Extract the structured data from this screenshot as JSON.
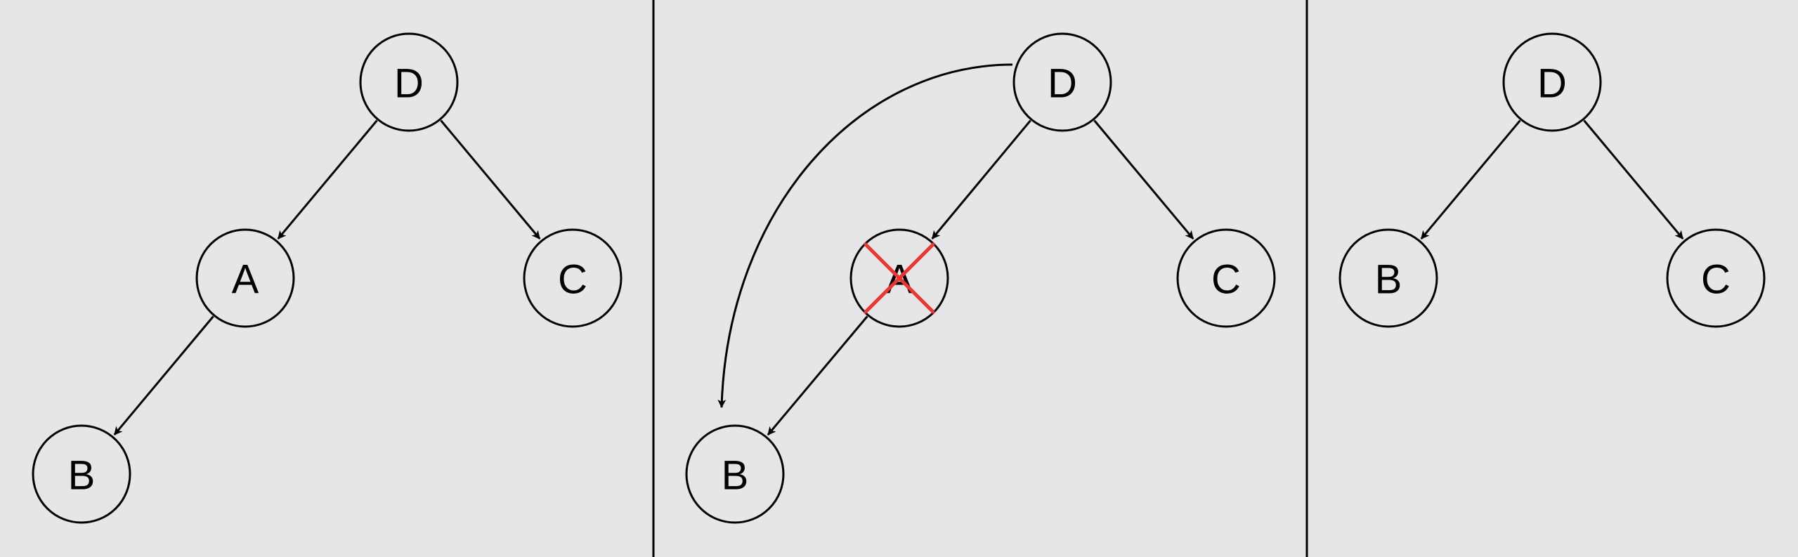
{
  "diagram": {
    "colors": {
      "background": "#e6e6e6",
      "stroke": "#000000",
      "delete_mark": "#ee3333"
    },
    "panels": [
      {
        "id": "before",
        "nodes": [
          {
            "id": "D",
            "label": "D"
          },
          {
            "id": "A",
            "label": "A"
          },
          {
            "id": "C",
            "label": "C"
          },
          {
            "id": "B",
            "label": "B"
          }
        ],
        "edges": [
          {
            "from": "D",
            "to": "A"
          },
          {
            "from": "D",
            "to": "C"
          },
          {
            "from": "A",
            "to": "B"
          }
        ]
      },
      {
        "id": "during",
        "nodes": [
          {
            "id": "D",
            "label": "D"
          },
          {
            "id": "A",
            "label": "A",
            "deleted": true
          },
          {
            "id": "C",
            "label": "C"
          },
          {
            "id": "B",
            "label": "B"
          }
        ],
        "edges": [
          {
            "from": "D",
            "to": "A"
          },
          {
            "from": "D",
            "to": "C"
          },
          {
            "from": "A",
            "to": "B"
          },
          {
            "from": "D",
            "to": "B",
            "curved": true
          }
        ]
      },
      {
        "id": "after",
        "nodes": [
          {
            "id": "D",
            "label": "D"
          },
          {
            "id": "B",
            "label": "B"
          },
          {
            "id": "C",
            "label": "C"
          }
        ],
        "edges": [
          {
            "from": "D",
            "to": "B"
          },
          {
            "from": "D",
            "to": "C"
          }
        ]
      }
    ]
  }
}
